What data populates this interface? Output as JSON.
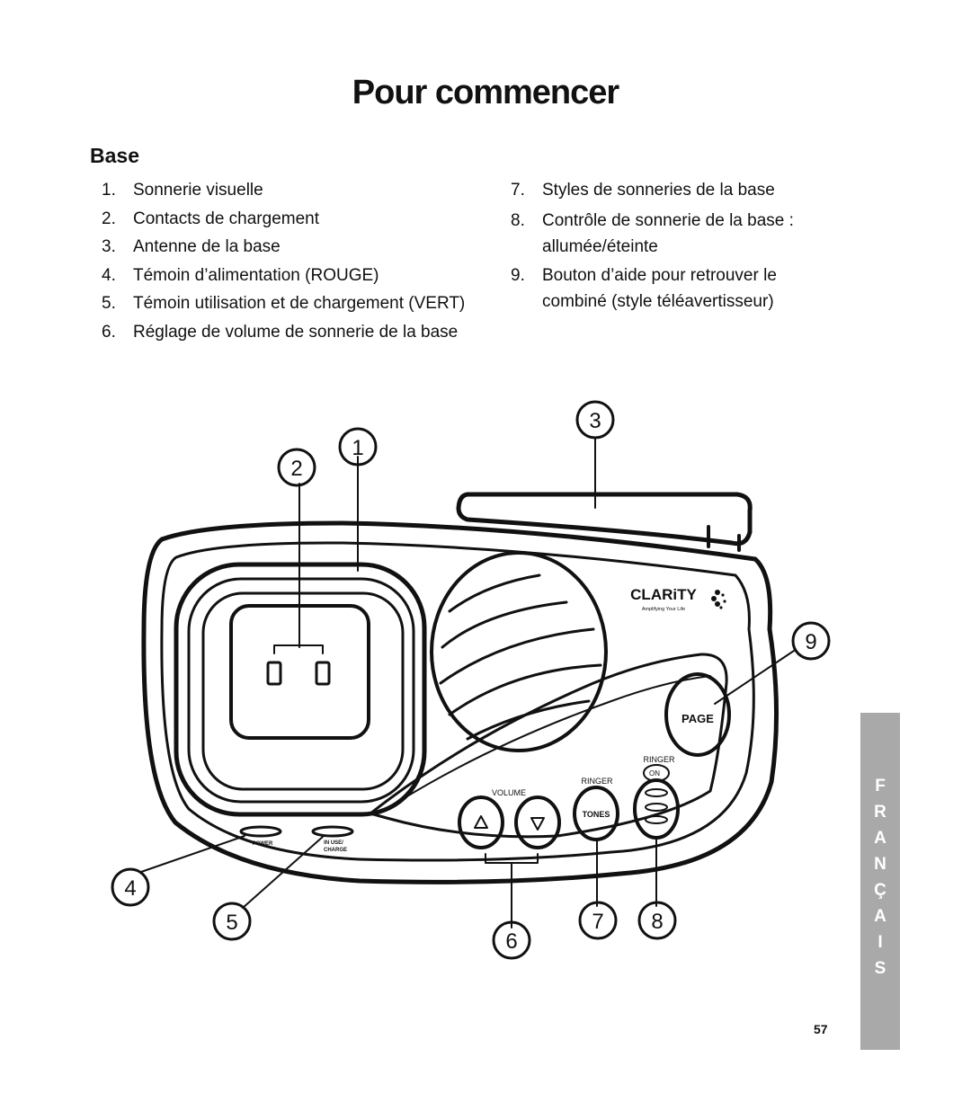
{
  "page": {
    "title": "Pour commencer",
    "section_heading": "Base",
    "page_number": "57"
  },
  "legend_left": [
    {
      "num": "1.",
      "text": "Sonnerie visuelle"
    },
    {
      "num": "2.",
      "text": "Contacts de chargement"
    },
    {
      "num": "3.",
      "text": "Antenne de la base"
    },
    {
      "num": "4.",
      "text": "Témoin d’alimentation (ROUGE)"
    },
    {
      "num": "5.",
      "text": "Témoin utilisation et de chargement (VERT)"
    },
    {
      "num": "6.",
      "text": "Réglage de volume de sonnerie de la base"
    }
  ],
  "legend_right": [
    {
      "num": "7.",
      "text": "Styles de sonneries de la base"
    },
    {
      "num": "8.",
      "text": "Contrôle de sonnerie de la base :  allumée/éteinte"
    },
    {
      "num": "9.",
      "text": "Bouton d’aide pour retrouver le combiné (style téléavertisseur)"
    }
  ],
  "diagram": {
    "callouts": [
      "1",
      "2",
      "3",
      "4",
      "5",
      "6",
      "7",
      "8",
      "9"
    ],
    "labels": {
      "brand": "CLARiTY",
      "tagline": "Amplifying Your Life",
      "page_button": "PAGE",
      "ringer_top": "RINGER",
      "ringer_on": "ON",
      "ringer_left": "RINGER",
      "volume": "VOLUME",
      "tones_button": "TONES",
      "power": "POWER",
      "in_use_line1": "IN USE/",
      "in_use_line2": "CHARGE"
    }
  },
  "side_tab": {
    "letters": [
      "F",
      "R",
      "A",
      "N",
      "Ç",
      "A",
      "I",
      "S"
    ]
  }
}
